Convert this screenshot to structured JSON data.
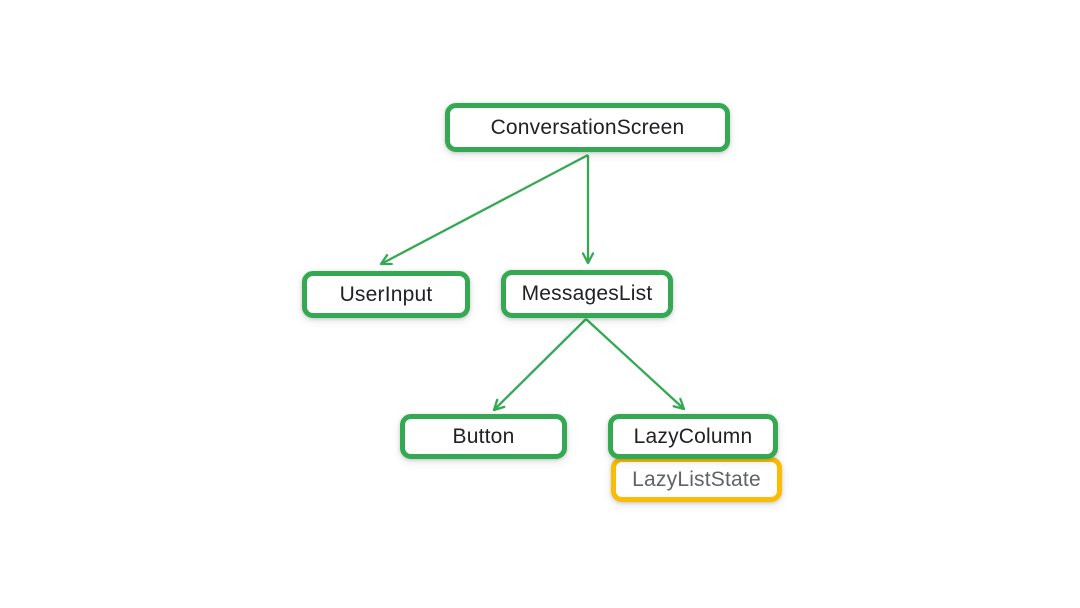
{
  "colors": {
    "green": "#34A853",
    "yellow": "#FBBC04",
    "text_dark": "#202124",
    "text_gray": "#5F6368",
    "canvas_bg": "#FFFFFF"
  },
  "nodes": {
    "conversation_screen": {
      "label": "ConversationScreen",
      "border": "green"
    },
    "user_input": {
      "label": "UserInput",
      "border": "green"
    },
    "messages_list": {
      "label": "MessagesList",
      "border": "green"
    },
    "button": {
      "label": "Button",
      "border": "green"
    },
    "lazy_column": {
      "label": "LazyColumn",
      "border": "green"
    },
    "lazy_list_state": {
      "label": "LazyListState",
      "border": "yellow"
    }
  },
  "edges": [
    {
      "from": "ConversationScreen",
      "to": "UserInput"
    },
    {
      "from": "ConversationScreen",
      "to": "MessagesList"
    },
    {
      "from": "MessagesList",
      "to": "Button"
    },
    {
      "from": "MessagesList",
      "to": "LazyColumn"
    }
  ],
  "attached_state": [
    {
      "parent": "LazyColumn",
      "state": "LazyListState"
    }
  ]
}
